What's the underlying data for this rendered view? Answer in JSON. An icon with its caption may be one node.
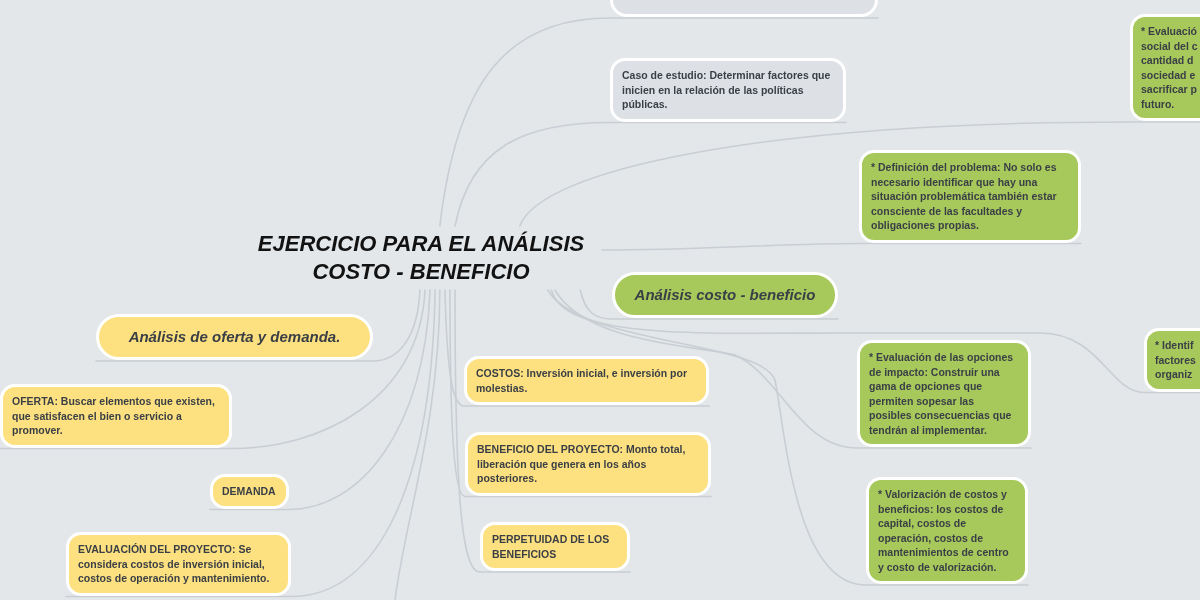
{
  "diagram": {
    "nodes": [
      {
        "text": [
          "EJERCICIO PARA EL ANÁLISIS COSTO - BENEFICIO"
        ]
      },
      {
        "text": [],
        "shape": "box"
      },
      {
        "text": [
          "Caso de estudio: Determinar factores que inicien en la relación de las políticas públicas."
        ]
      },
      {
        "text": [
          "* Evaluació social del c cantidad d sociedad e sacrificar p futuro."
        ]
      },
      {
        "text": [
          "* Definición del problema: No solo es necesario identificar que hay una situación problemática también estar consciente de las facultades y obligaciones propias."
        ]
      },
      {
        "text": [
          "Análisis costo - beneficio"
        ]
      },
      {
        "text": [
          "* Identif factores organiz"
        ]
      },
      {
        "text": [
          "* Evaluación de las opciones de impacto: Construir una gama de opciones que permiten sopesar las posibles consecuencias que tendrán al implementar."
        ]
      },
      {
        "text": [
          "* Valorización de costos y beneficios: los costos de capital, costos de operación, costos de mantenimientos de centro y costo de valorización."
        ]
      },
      {
        "text": [
          "Análisis de oferta y demanda."
        ]
      },
      {
        "text": [
          "OFERTA: Buscar elementos que existen, que satisfacen el bien o servicio a promover."
        ]
      },
      {
        "text": [
          "DEMANDA"
        ]
      },
      {
        "text": [
          "EVALUACIÓN DEL PROYECTO: Se considera costos de inversión inicial, costos de operación y mantenimiento."
        ]
      },
      {
        "text": [
          "COSTOS: Inversión inicial, e inversión por molestias."
        ]
      },
      {
        "text": [
          "BENEFICIO DEL PROYECTO: Monto total, liberación que genera en los años posteriores."
        ]
      },
      {
        "text": [
          "PERPETUIDAD DE LOS BENEFICIOS"
        ]
      }
    ],
    "edges": [
      {
        "from": 0,
        "to": 1,
        "arrow": "none"
      },
      {
        "from": 0,
        "to": 2,
        "arrow": "none"
      },
      {
        "from": 0,
        "to": 3,
        "arrow": "none"
      },
      {
        "from": 0,
        "to": 4,
        "arrow": "none"
      },
      {
        "from": 0,
        "to": 5,
        "arrow": "none"
      },
      {
        "from": 0,
        "to": 6,
        "arrow": "none"
      },
      {
        "from": 0,
        "to": 7,
        "arrow": "none"
      },
      {
        "from": 0,
        "to": 8,
        "arrow": "none"
      },
      {
        "from": 0,
        "to": 9,
        "arrow": "none"
      },
      {
        "from": 0,
        "to": 10,
        "arrow": "none"
      },
      {
        "from": 0,
        "to": 11,
        "arrow": "none"
      },
      {
        "from": 0,
        "to": 12,
        "arrow": "none"
      },
      {
        "from": 0,
        "to": 13,
        "arrow": "none"
      },
      {
        "from": 0,
        "to": 14,
        "arrow": "none"
      },
      {
        "from": 0,
        "to": 15,
        "arrow": "none"
      },
      {
        "from": 0,
        "to": null,
        "arrow": "none"
      }
    ]
  }
}
